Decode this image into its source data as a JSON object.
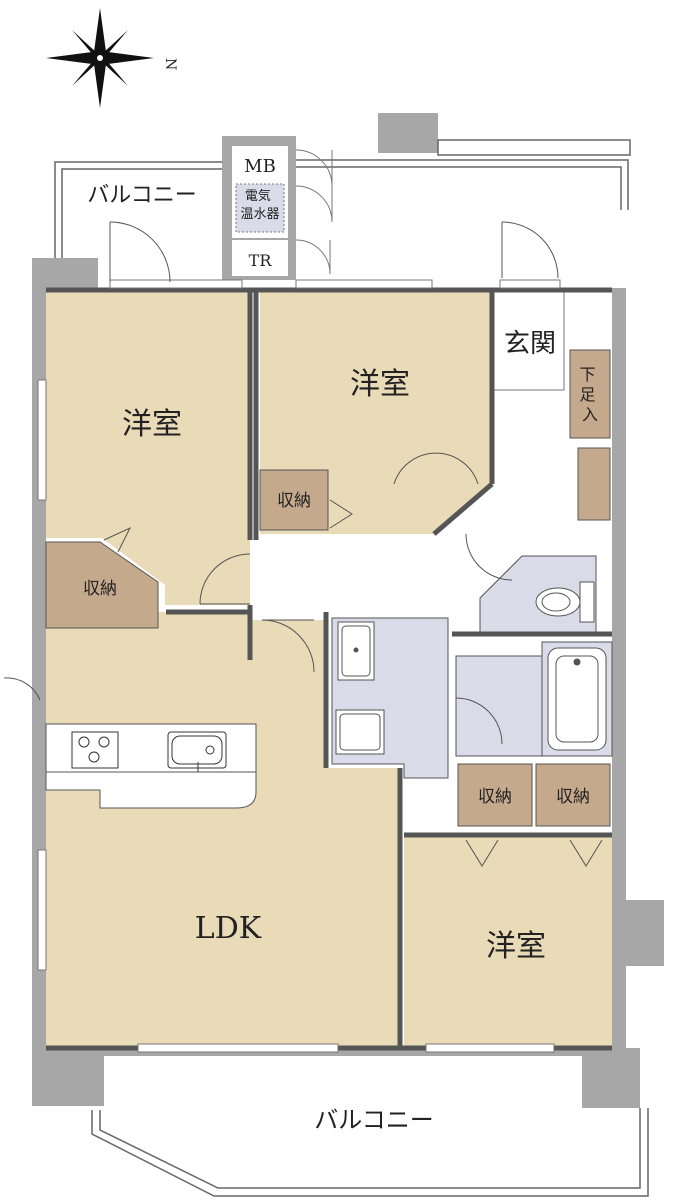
{
  "compass": {
    "north_label": "N"
  },
  "colors": {
    "room": "#e9dbb7",
    "storage": "#c5a98c",
    "wet_area": "#d9dce8",
    "wall": "#a7a7a7",
    "line": "#555555"
  },
  "rooms": {
    "west_bedroom": "洋室",
    "north_bedroom": "洋室",
    "south_bedroom": "洋室",
    "ldk": "LDK",
    "entrance": "玄関"
  },
  "storage": {
    "north_bedroom_closet": "収納",
    "west_closet": "収納",
    "south_closet_1": "収納",
    "south_closet_2": "収納",
    "shoe_cabinet": "下足入"
  },
  "balconies": {
    "north": "バルコニー",
    "south": "バルコニー"
  },
  "utility": {
    "meter_box": "MB",
    "water_heater": "電気温水器",
    "trunk_room": "TR"
  }
}
